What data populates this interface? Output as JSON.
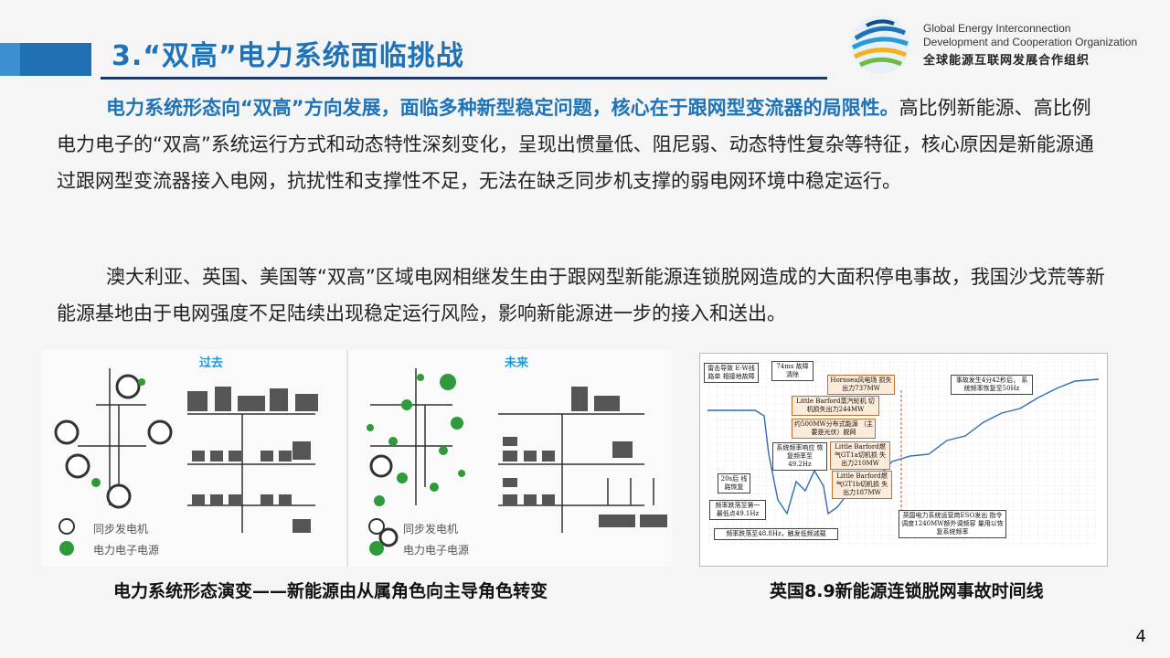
{
  "header": {
    "title": "3.“双高”电力系统面临挑战",
    "org_en_line1": "Global Energy Interconnection",
    "org_en_line2": "Development and Cooperation Organization",
    "org_cn": "全球能源互联网发展合作组织"
  },
  "body": {
    "p1_highlight": "电力系统形态向“双高”方向发展，面临多种新型稳定问题，核心在于跟网型变流器的局限性。",
    "p1_rest": "高比例新能源、高比例电力电子的“双高”系统运行方式和动态特性深刻变化，呈现出惯量低、阻尼弱、动态特性复杂等特征，核心原因是新能源通过跟网型变流器接入电网，抗扰性和支撑性不足，无法在缺乏同步机支撑的弱电网环境中稳定运行。",
    "p2": "澳大利亚、英国、美国等“双高”区域电网相继发生由于跟网型新能源连锁脱网造成的大面积停电事故，我国沙戈荒等新能源基地由于电网强度不足陆续出现稳定运行风险，影响新能源进一步的接入和送出。"
  },
  "figure_left": {
    "label_past": "过去",
    "label_future": "未来",
    "legend_sync": "同步发电机",
    "legend_pe": "电力电子电源",
    "caption": "电力系统形态演变——新能源由从属角色向主导角色转变"
  },
  "figure_right": {
    "caption": "英国8.9新能源连锁脱网事故时间线",
    "boxes": {
      "b1": "雷击导致 E-W线路单 相接地故障",
      "b2": "74ms 故障清除",
      "b3": "Hornsea风电场 损失出力737MW",
      "b4": "Little Barford蒸汽轮机 切机损失出力244MW",
      "b5": "约500MW分布式能源 （主要是光伏）脱网",
      "b6": "系统频率响应 恢复频率至 49.2Hz",
      "b7": "Little Barford燃 气GT1a切机损 失出力210MW",
      "b8": "20s后 线路恢复",
      "b9": "Little Barford燃 气GT1b切机损 失出力187MW",
      "b10": "频率跌落至第一 最低点49.1Hz",
      "b11": "频率跌落至48.8Hz，触发低频减载",
      "b12": "事故发生4分42秒后， 系统频率恢复至50Hz",
      "b13": "英国电力系统运营商ESO发出 指令调度1240MW额外调频容 量用以恢复系统频率"
    }
  },
  "page_number": "4"
}
